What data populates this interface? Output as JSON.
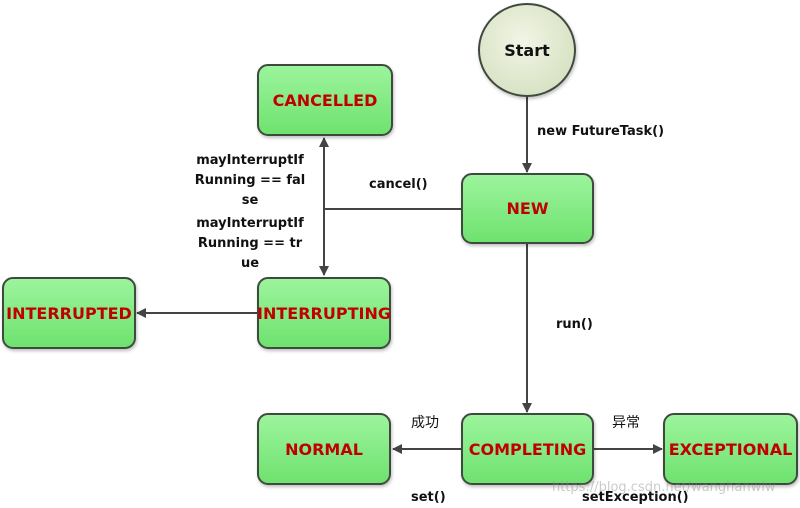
{
  "states": {
    "start": "Start",
    "new": "NEW",
    "cancelled": "CANCELLED",
    "interrupting": "INTERRUPTING",
    "interrupted": "INTERRUPTED",
    "completing": "COMPLETING",
    "normal": "NORMAL",
    "exceptional": "EXCEPTIONAL"
  },
  "transitions": {
    "new_future_task": "new FutureTask()",
    "cancel": "cancel()",
    "may_interrupt_false": "mayInterruptIfRunning == false",
    "may_interrupt_true": "mayInterruptIfRunning == true",
    "run": "run()",
    "success": "成功",
    "set": "set()",
    "exception": "异常",
    "set_exception": "setException()"
  },
  "watermark": "https://blog.csdn.net/wanghanwlw",
  "colors": {
    "box_fill_top": "#9cf49c",
    "box_fill_bottom": "#6fe26f",
    "state_text": "#c00000",
    "start_fill": "#d9e3c5",
    "line": "#444444"
  }
}
